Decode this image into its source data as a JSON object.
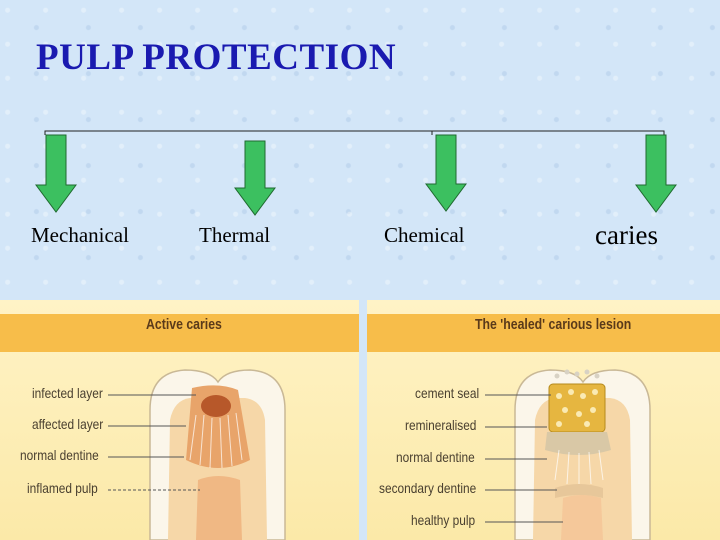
{
  "title": "PULP PROTECTION",
  "branches": {
    "mechanical": "Mechanical",
    "thermal": "Thermal",
    "chemical": "Chemical",
    "caries": "caries"
  },
  "colors": {
    "title": "#1a1ab0",
    "arrow_fill": "#3cc060",
    "panel_bar": "#f7bd4a",
    "panel_bg": "#fff3c6"
  },
  "panels": {
    "active": {
      "title": "Active caries",
      "labels": [
        "infected layer",
        "affected layer",
        "normal dentine",
        "inflamed pulp"
      ]
    },
    "healed": {
      "title": "The 'healed' carious lesion",
      "labels": [
        "cement seal",
        "remineralised",
        "normal dentine",
        "secondary dentine",
        "healthy pulp"
      ]
    }
  }
}
